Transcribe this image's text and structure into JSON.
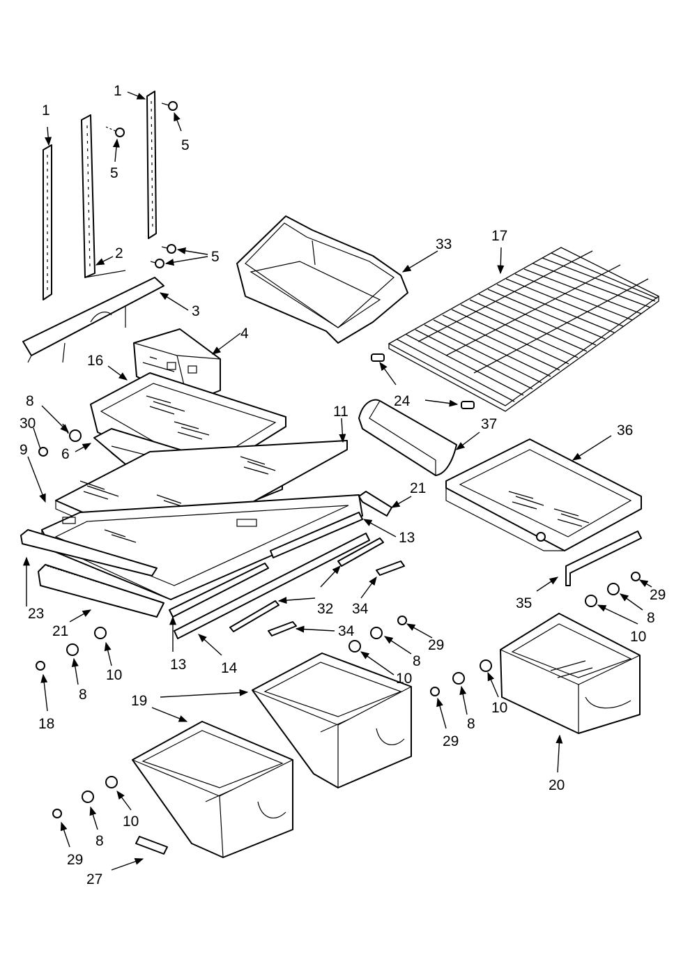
{
  "labels": {
    "l1a": "1",
    "l1b": "1",
    "l2": "2",
    "l3": "3",
    "l4": "4",
    "l5a": "5",
    "l5b": "5",
    "l5c": "5",
    "l6": "6",
    "l8a": "8",
    "l8b": "8",
    "l8c": "8",
    "l8d": "8",
    "l8e": "8",
    "l8f": "8",
    "l9": "9",
    "l10a": "10",
    "l10b": "10",
    "l10c": "10",
    "l10d": "10",
    "l10e": "10",
    "l11": "11",
    "l13a": "13",
    "l13b": "13",
    "l14": "14",
    "l16": "16",
    "l17": "17",
    "l18": "18",
    "l19": "19",
    "l20": "20",
    "l21a": "21",
    "l21b": "21",
    "l23": "23",
    "l24": "24",
    "l27": "27",
    "l29a": "29",
    "l29b": "29",
    "l29c": "29",
    "l29d": "29",
    "l30": "30",
    "l32": "32",
    "l33": "33",
    "l34a": "34",
    "l34b": "34",
    "l35": "35",
    "l36": "36",
    "l37": "37"
  }
}
